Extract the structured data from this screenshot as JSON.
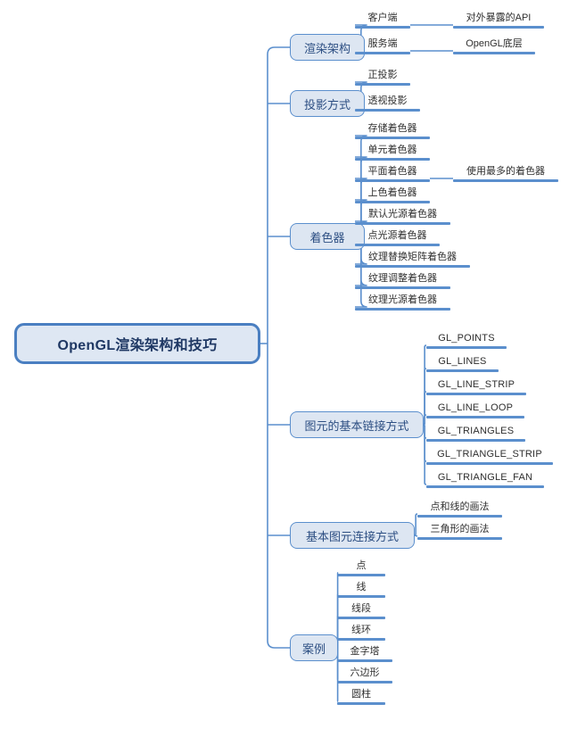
{
  "diagram": {
    "type": "mind-map",
    "title": "OpenGL渲染架构和技巧",
    "colors": {
      "background": "#ffffff",
      "root_fill": "#dee7f3",
      "root_border": "#4a7fc1",
      "root_text": "#1f3864",
      "topic_fill": "#dde6f2",
      "topic_border": "#5b8fcd",
      "topic_text": "#2d4f83",
      "leaf_text": "#2f2f2f",
      "leaf_rule": "#5b8fcd",
      "connector": "#5b8fcd"
    },
    "root": {
      "label": "OpenGL渲染架构和技巧"
    },
    "branches": [
      {
        "id": "render-architecture",
        "label": "渲染架构",
        "children": [
          {
            "label": "客户端",
            "children": [
              {
                "label": "对外暴露的API"
              }
            ]
          },
          {
            "label": "服务端",
            "children": [
              {
                "label": "OpenGL底层"
              }
            ]
          }
        ]
      },
      {
        "id": "projection-mode",
        "label": "投影方式",
        "children": [
          {
            "label": "正投影"
          },
          {
            "label": "透视投影"
          }
        ]
      },
      {
        "id": "shaders",
        "label": "着色器",
        "children": [
          {
            "label": "存储着色器"
          },
          {
            "label": "单元着色器"
          },
          {
            "label": "平面着色器",
            "children": [
              {
                "label": "使用最多的着色器"
              }
            ]
          },
          {
            "label": "上色着色器"
          },
          {
            "label": "默认光源着色器"
          },
          {
            "label": "点光源着色器"
          },
          {
            "label": "纹理替换矩阵着色器"
          },
          {
            "label": "纹理调整着色器"
          },
          {
            "label": "纹理光源着色器"
          }
        ]
      },
      {
        "id": "primitive-connection-basics",
        "label": "图元的基本链接方式",
        "children": [
          {
            "label": "GL_POINTS"
          },
          {
            "label": "GL_LINES"
          },
          {
            "label": "GL_LINE_STRIP"
          },
          {
            "label": "GL_LINE_LOOP"
          },
          {
            "label": "GL_TRIANGLES"
          },
          {
            "label": "GL_TRIANGLE_STRIP"
          },
          {
            "label": "GL_TRIANGLE_FAN"
          }
        ]
      },
      {
        "id": "basic-primitive-connection",
        "label": "基本图元连接方式",
        "children": [
          {
            "label": "点和线的画法"
          },
          {
            "label": "三角形的画法"
          }
        ]
      },
      {
        "id": "cases",
        "label": "案例",
        "children": [
          {
            "label": "点"
          },
          {
            "label": "线"
          },
          {
            "label": "线段"
          },
          {
            "label": "线环"
          },
          {
            "label": "金字塔"
          },
          {
            "label": "六边形"
          },
          {
            "label": "圆柱"
          }
        ]
      }
    ]
  }
}
